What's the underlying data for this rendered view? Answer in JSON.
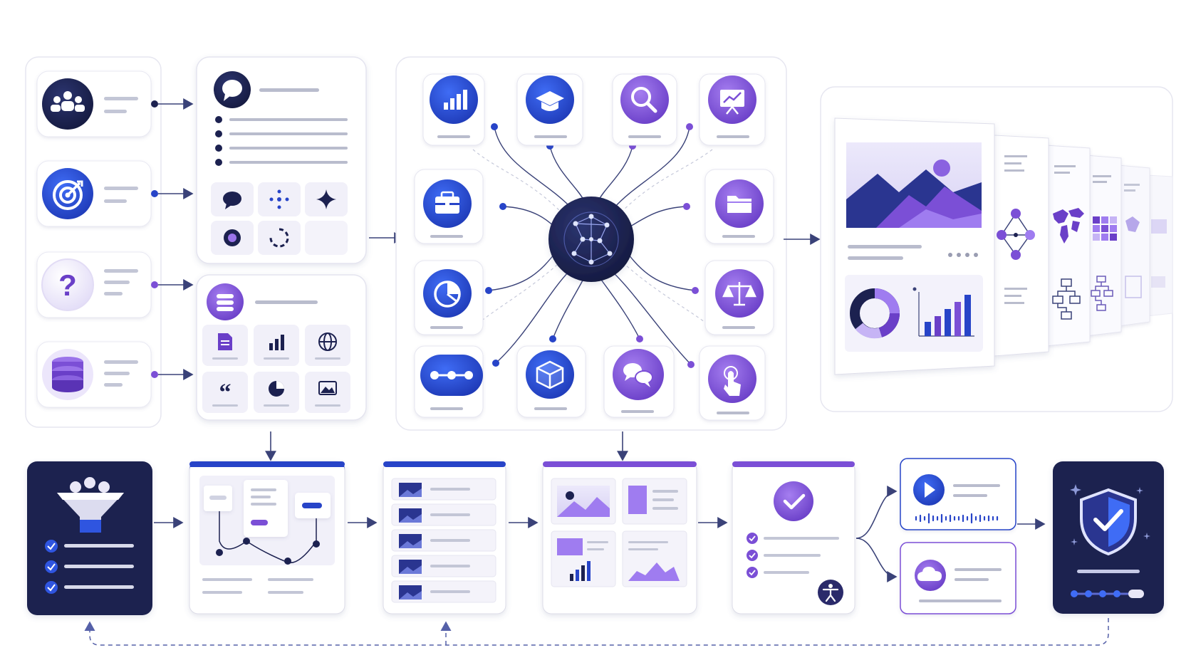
{
  "colors": {
    "navy": "#1c2150",
    "navy_dark": "#141838",
    "blue": "#2744c8",
    "blue_bright": "#2f55e0",
    "purple": "#7b4fd6",
    "purple_light": "#9f7cf0",
    "lavender": "#eceaf8",
    "card_border": "#e4e4ef",
    "line_gray": "#c3c6d6",
    "arrow": "#3a4278",
    "dashed": "#5560a8"
  },
  "diagram": {
    "type": "ai-workflow-pipeline",
    "sources": [
      {
        "icon": "team-icon"
      },
      {
        "icon": "target-icon"
      },
      {
        "icon": "question-icon"
      },
      {
        "icon": "database-icon"
      }
    ],
    "prompt_panel": {
      "icon": "chat-bubble-icon",
      "tools": [
        "chat-icon",
        "nodes-icon",
        "sparkle-icon",
        "record-icon",
        "loading-icon"
      ]
    },
    "content_panel": {
      "icon": "stack-icon",
      "tools": [
        "document-icon",
        "bar-chart-icon",
        "globe-icon",
        "quote-icon",
        "pie-chart-icon",
        "image-icon"
      ]
    },
    "hub": {
      "center_icon": "neural-network-icon",
      "capabilities": [
        {
          "icon": "analytics-icon"
        },
        {
          "icon": "graduation-cap-icon"
        },
        {
          "icon": "search-icon"
        },
        {
          "icon": "presentation-icon"
        },
        {
          "icon": "briefcase-icon"
        },
        {
          "icon": "folder-icon"
        },
        {
          "icon": "pie-chart-icon"
        },
        {
          "icon": "scales-icon"
        },
        {
          "icon": "flow-dots-icon"
        },
        {
          "icon": "cube-icon"
        },
        {
          "icon": "conversation-icon"
        },
        {
          "icon": "touch-icon"
        }
      ]
    },
    "outputs": {
      "main_card": [
        "landscape-image-icon",
        "donut-chart-icon",
        "bar-chart-icon"
      ],
      "stack_pages": 5
    },
    "pipeline": [
      {
        "icon": "funnel-icon",
        "checks": 3
      },
      {
        "icon": "wireframe-icon"
      },
      {
        "icon": "image-list-icon",
        "rows": 5
      },
      {
        "icon": "layout-grid-icon"
      },
      {
        "icon": "check-circle-icon",
        "checks": 3
      },
      {
        "icon": "video-play-icon"
      },
      {
        "icon": "cloud-icon"
      },
      {
        "icon": "shield-check-icon"
      }
    ]
  }
}
